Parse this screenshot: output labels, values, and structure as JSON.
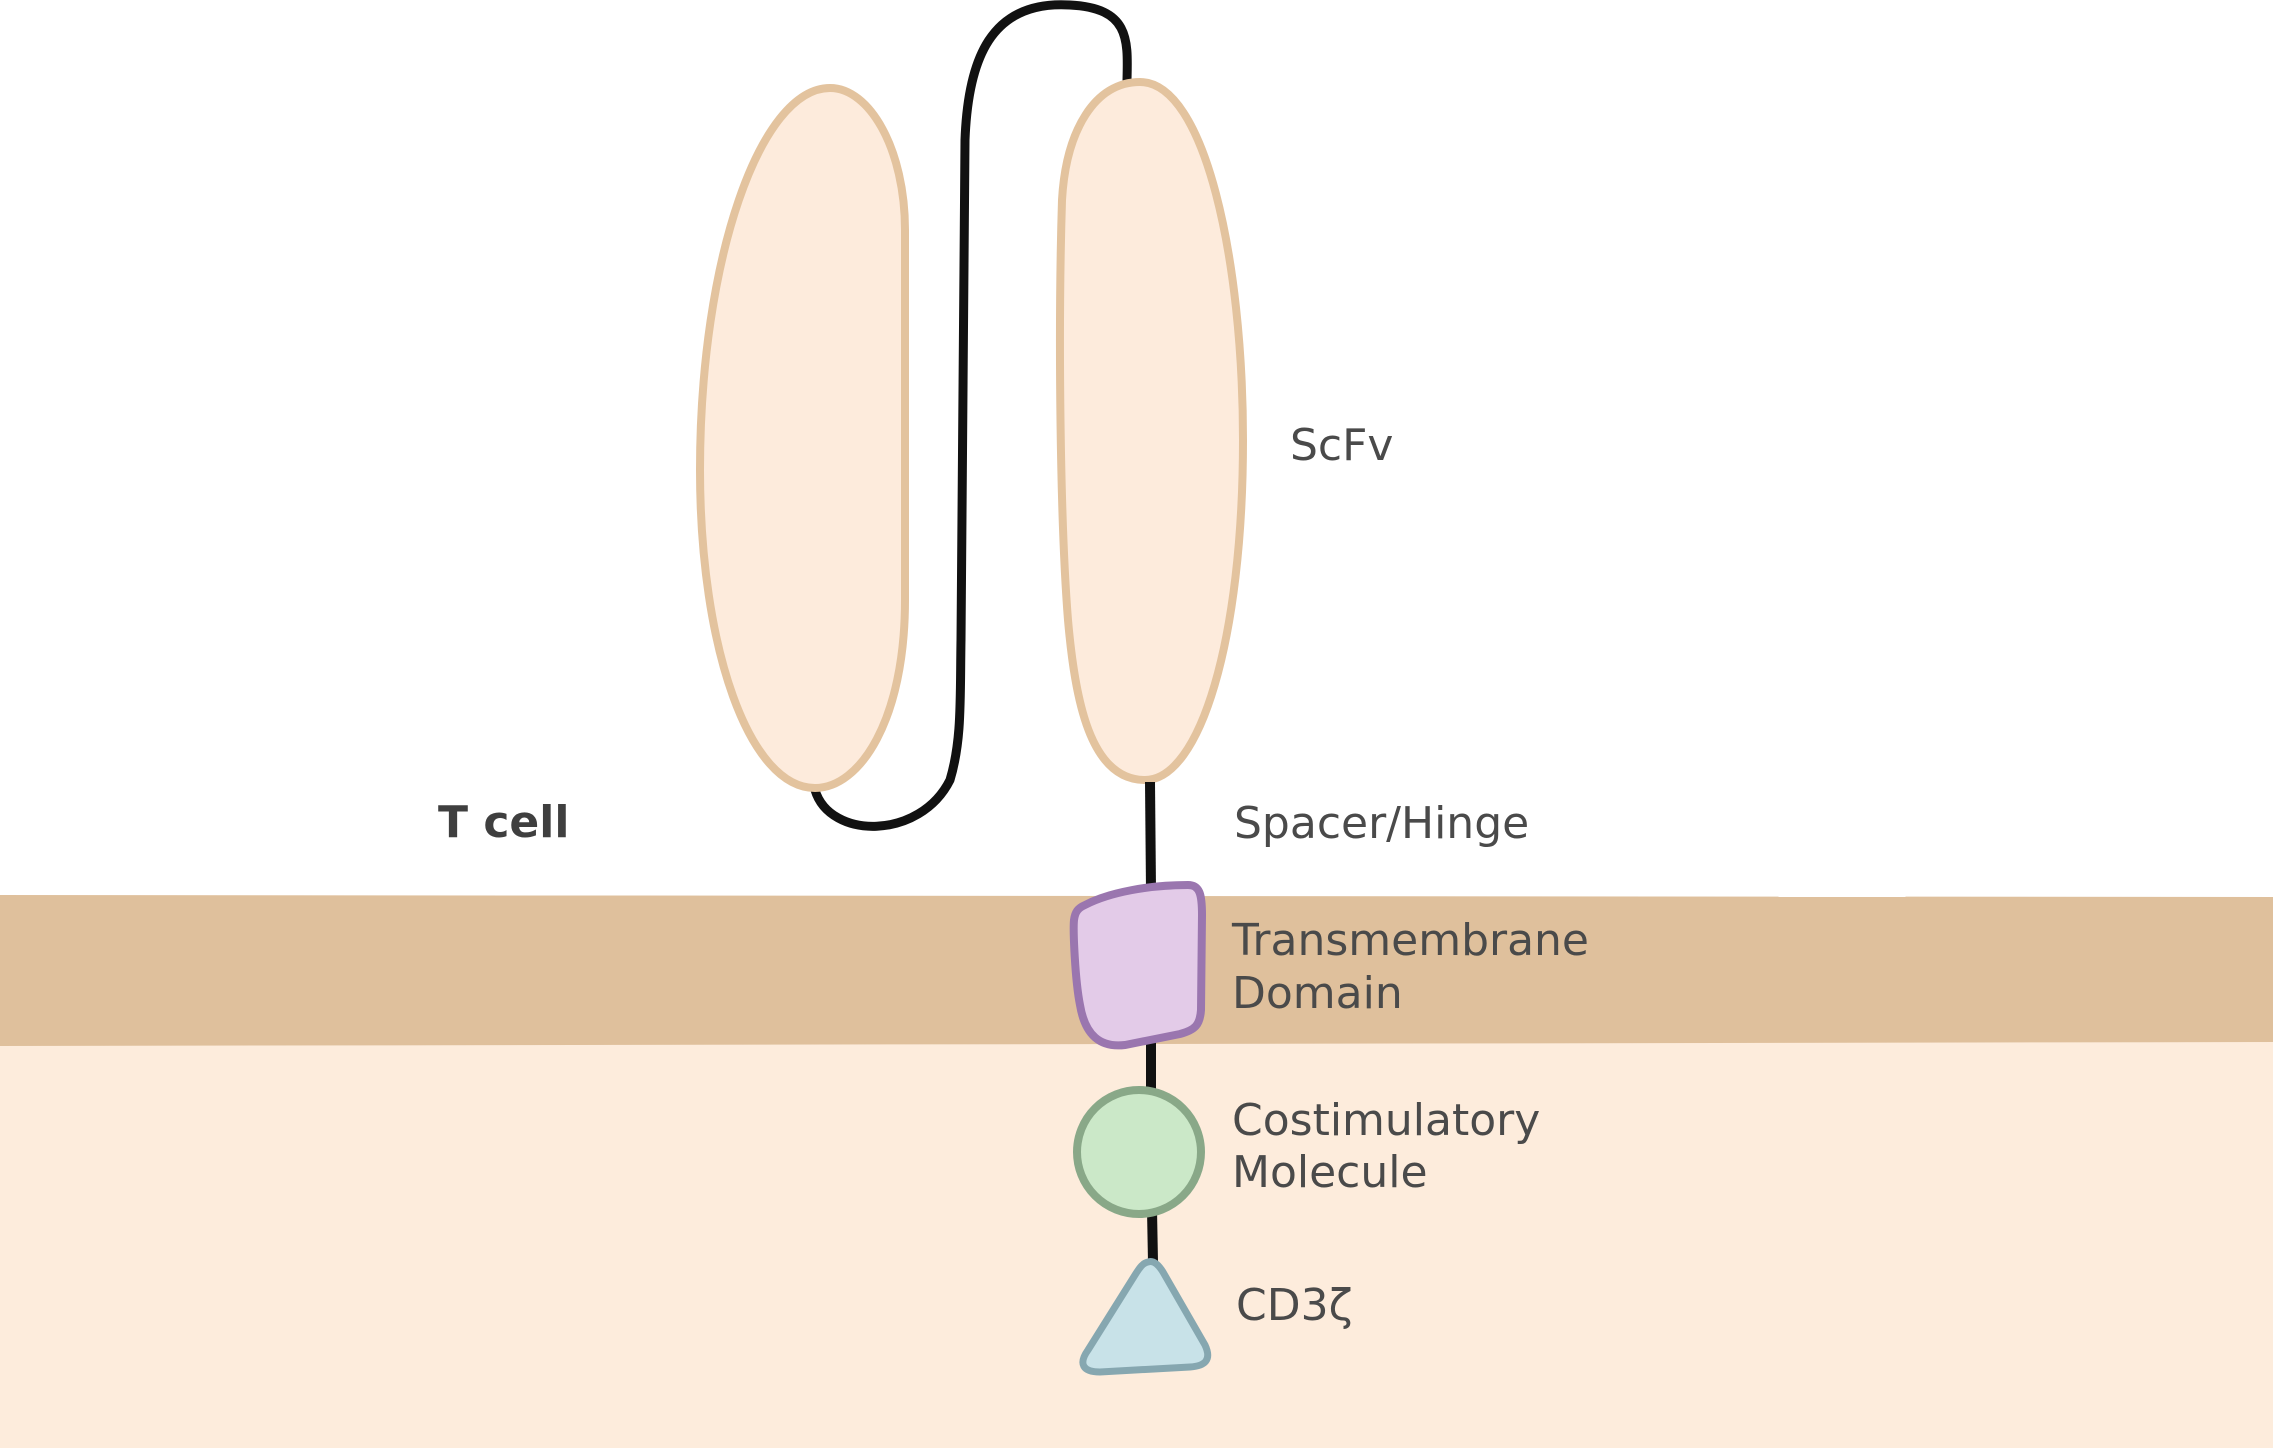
{
  "diagram": {
    "labels": {
      "cell": "T cell",
      "scfv": "ScFv",
      "spacer_hinge": "Spacer/Hinge",
      "transmembrane_line1": "Transmembrane",
      "transmembrane_line2": "Domain",
      "costimulatory_line1": "Costimulatory",
      "costimulatory_line2": "Molecule",
      "cd3z": "CD3ζ"
    },
    "colors": {
      "background": "#ffffff",
      "membrane": "#dfc09c",
      "cytoplasm": "#fdecdc",
      "scfv_fill": "#fdebdc",
      "scfv_stroke": "#e3c39e",
      "linker": "#111111",
      "transmembrane_fill": "#e3cbe8",
      "transmembrane_stroke": "#9a76af",
      "costimulatory_fill": "#cbe8c8",
      "costimulatory_stroke": "#89a888",
      "cd3z_fill": "#c8e2e8",
      "cd3z_stroke": "#86a7b0",
      "text": "#4a4a4a"
    }
  }
}
